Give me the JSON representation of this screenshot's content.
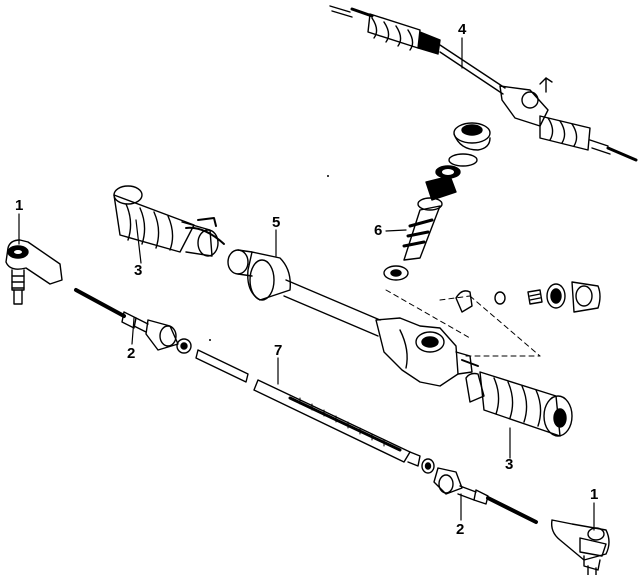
{
  "callouts": [
    {
      "id": "tie-rod-end-left",
      "label": "1"
    },
    {
      "id": "tie-rod-end-right",
      "label": "1"
    },
    {
      "id": "inner-tie-rod-left",
      "label": "2"
    },
    {
      "id": "inner-tie-rod-right",
      "label": "2"
    },
    {
      "id": "boot-left",
      "label": "3"
    },
    {
      "id": "boot-right",
      "label": "3"
    },
    {
      "id": "rack-assembly",
      "label": "4"
    },
    {
      "id": "housing",
      "label": "5"
    },
    {
      "id": "pinion",
      "label": "6"
    },
    {
      "id": "rack",
      "label": "7"
    }
  ]
}
